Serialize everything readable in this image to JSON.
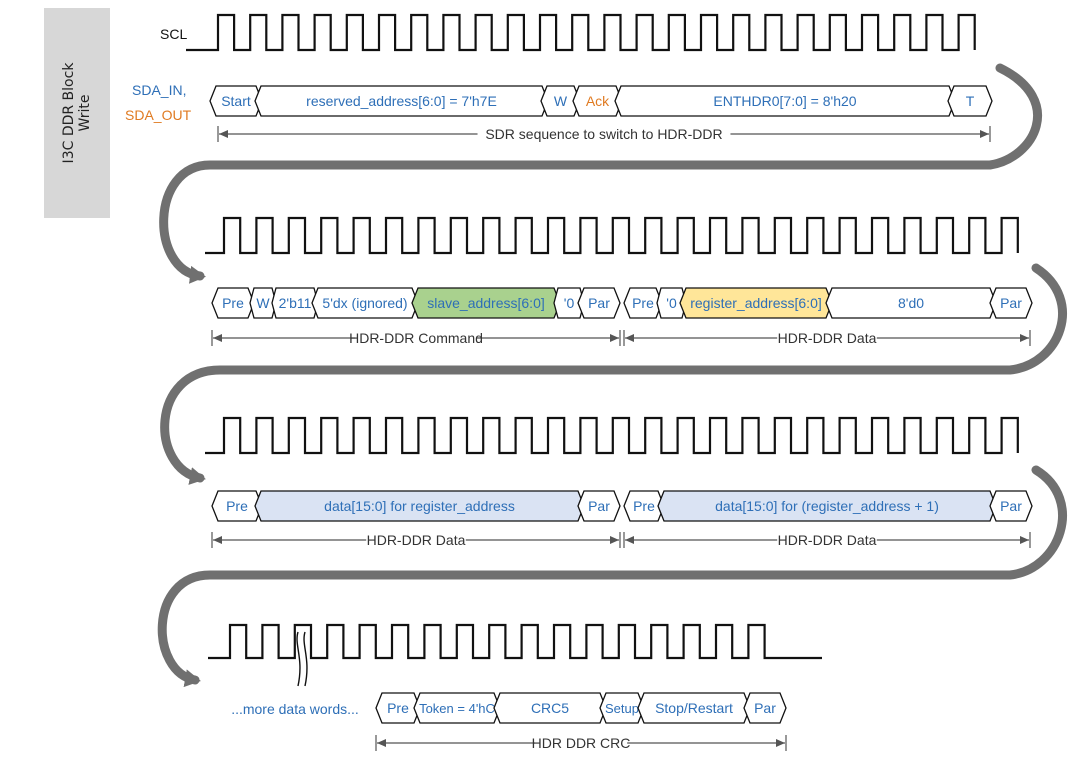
{
  "sidebar": {
    "title": "I3C DDR Block\nWrite"
  },
  "labels": {
    "scl": "SCL",
    "sda_in": "SDA_IN,",
    "sda_out": "SDA_OUT"
  },
  "colors": {
    "blue_text": "#2e6fb7",
    "orange_text": "#e07b22",
    "stroke": "#111111",
    "arrow": "#707070",
    "green_fill": "#a9d18e",
    "yellow_fill": "#ffe699",
    "lightblue_fill": "#dae3f3",
    "sidebar_bg": "#d7d7d7"
  },
  "row1": {
    "fields": [
      "Start",
      "reserved_address[6:0] = 7'h7E",
      "W",
      "Ack",
      "ENTHDR0[7:0] = 8'h20",
      "T"
    ],
    "span_label": "SDR sequence to switch to HDR-DDR"
  },
  "row2": {
    "fields": [
      "Pre",
      "W",
      "2'b11",
      "5'dx (ignored)",
      "slave_address[6:0]",
      "'0",
      "Par",
      "Pre",
      "'0",
      "register_address[6:0]",
      "8'd0",
      "Par"
    ],
    "span_labels": [
      "HDR-DDR Command",
      "HDR-DDR Data"
    ]
  },
  "row3": {
    "fields": [
      "Pre",
      "data[15:0] for register_address",
      "Par",
      "Pre",
      "data[15:0] for (register_address + 1)",
      "Par"
    ],
    "span_labels": [
      "HDR-DDR Data",
      "HDR-DDR Data"
    ]
  },
  "row4": {
    "more_text": "...more data words...",
    "fields": [
      "Pre",
      "Token = 4'hC",
      "CRC5",
      "Setup",
      "Stop/Restart",
      "Par"
    ],
    "span_label": "HDR DDR CRC"
  }
}
